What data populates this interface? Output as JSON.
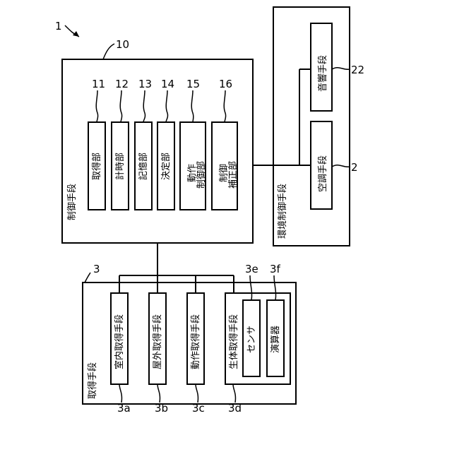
{
  "figure": {
    "system_ref": "1",
    "control_ref": "10",
    "control_label": "制御手段",
    "control_units": [
      {
        "ref": "11",
        "label": "取得部"
      },
      {
        "ref": "12",
        "label": "計時部"
      },
      {
        "ref": "13",
        "label": "記憶部"
      },
      {
        "ref": "14",
        "label": "決定部"
      },
      {
        "ref": "15",
        "label_line1": "動作",
        "label_line2": "制御部"
      },
      {
        "ref": "16",
        "label_line1": "制御",
        "label_line2": "補正部"
      }
    ],
    "env_label": "環境制御手段",
    "env_units": [
      {
        "ref": "22",
        "label": "音響手段"
      },
      {
        "ref": "2",
        "label": "空調手段"
      }
    ],
    "acq_ref": "3",
    "acq_label": "取得手段",
    "acq_units": [
      {
        "ref": "3a",
        "label": "室内取得手段"
      },
      {
        "ref": "3b",
        "label": "屋外取得手段"
      },
      {
        "ref": "3c",
        "label": "動作取得手段"
      },
      {
        "ref": "3d",
        "label": "生体取得手段"
      }
    ],
    "bio_sub_units": [
      {
        "ref": "3e",
        "label": "センサ"
      },
      {
        "ref": "3f",
        "label": "演算器"
      }
    ]
  }
}
